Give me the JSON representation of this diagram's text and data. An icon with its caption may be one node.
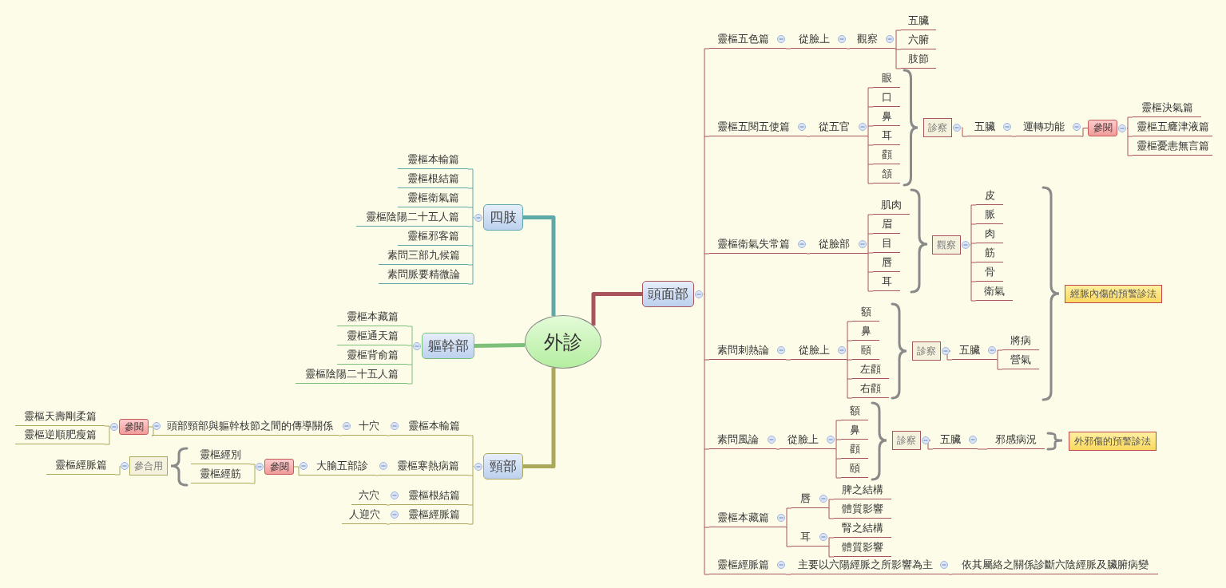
{
  "diagram": {
    "nodes": [
      {
        "text": [
          "外診"
        ]
      },
      {
        "text": [
          "頭面部"
        ]
      },
      {
        "text": [
          "靈樞五色篇"
        ]
      },
      {
        "text": [
          "從臉上"
        ]
      },
      {
        "text": [
          "觀察"
        ]
      },
      {
        "text": [
          "五臟"
        ]
      },
      {
        "text": [
          "六腑"
        ]
      },
      {
        "text": [
          "肢節"
        ]
      },
      {
        "text": [
          "靈樞五閱五使篇"
        ]
      },
      {
        "text": [
          "從五官"
        ]
      },
      {
        "text": [
          "眼"
        ]
      },
      {
        "text": [
          "口"
        ]
      },
      {
        "text": [
          "鼻"
        ]
      },
      {
        "text": [
          "耳"
        ]
      },
      {
        "text": [
          "顴"
        ]
      },
      {
        "text": [
          "頷"
        ]
      },
      {
        "text": [
          "診察"
        ]
      },
      {
        "text": [
          "五臟"
        ]
      },
      {
        "text": [
          "運轉功能"
        ]
      },
      {
        "text": [
          "參閱"
        ]
      },
      {
        "text": [
          "靈樞決氣篇"
        ]
      },
      {
        "text": [
          "靈樞五癃津液篇"
        ]
      },
      {
        "text": [
          "靈樞憂恚無言篇"
        ]
      },
      {
        "text": [
          "靈樞衛氣失常篇"
        ]
      },
      {
        "text": [
          "從臉部"
        ]
      },
      {
        "text": [
          "肌肉"
        ]
      },
      {
        "text": [
          "眉"
        ]
      },
      {
        "text": [
          "目"
        ]
      },
      {
        "text": [
          "唇"
        ]
      },
      {
        "text": [
          "耳"
        ]
      },
      {
        "text": [
          "觀察"
        ]
      },
      {
        "text": [
          "皮"
        ]
      },
      {
        "text": [
          "脈"
        ]
      },
      {
        "text": [
          "肉"
        ]
      },
      {
        "text": [
          "筋"
        ]
      },
      {
        "text": [
          "骨"
        ]
      },
      {
        "text": [
          "衛氣"
        ]
      },
      {
        "text": [
          "經脈內傷的預警診法"
        ]
      },
      {
        "text": [
          "素問刺熱論"
        ]
      },
      {
        "text": [
          "從臉上"
        ]
      },
      {
        "text": [
          "額"
        ]
      },
      {
        "text": [
          "鼻"
        ]
      },
      {
        "text": [
          "頤"
        ]
      },
      {
        "text": [
          "左顴"
        ]
      },
      {
        "text": [
          "右顴"
        ]
      },
      {
        "text": [
          "診察"
        ]
      },
      {
        "text": [
          "五臟"
        ]
      },
      {
        "text": [
          "將病"
        ]
      },
      {
        "text": [
          "營氣"
        ]
      },
      {
        "text": [
          "素問風論"
        ]
      },
      {
        "text": [
          "從臉上"
        ]
      },
      {
        "text": [
          "額"
        ]
      },
      {
        "text": [
          "鼻"
        ]
      },
      {
        "text": [
          "顴"
        ]
      },
      {
        "text": [
          "頤"
        ]
      },
      {
        "text": [
          "診察"
        ]
      },
      {
        "text": [
          "五臟"
        ]
      },
      {
        "text": [
          "邪感病況"
        ]
      },
      {
        "text": [
          "外邪傷的預警診法"
        ]
      },
      {
        "text": [
          "靈樞本藏篇"
        ]
      },
      {
        "text": [
          "唇"
        ]
      },
      {
        "text": [
          "脾之結構"
        ]
      },
      {
        "text": [
          "體質影響"
        ]
      },
      {
        "text": [
          "耳"
        ]
      },
      {
        "text": [
          "腎之結構"
        ]
      },
      {
        "text": [
          "體質影響"
        ]
      },
      {
        "text": [
          "靈樞經脈篇"
        ]
      },
      {
        "text": [
          "主要以六陽經脈之所影響為主"
        ]
      },
      {
        "text": [
          "依其屬絡之關係診斷六陰經脈及臟腑病變"
        ]
      },
      {
        "text": [
          "四肢"
        ]
      },
      {
        "text": [
          "靈樞本輸篇"
        ]
      },
      {
        "text": [
          "靈樞根結篇"
        ]
      },
      {
        "text": [
          "靈樞衛氣篇"
        ]
      },
      {
        "text": [
          "靈樞陰陽二十五人篇"
        ]
      },
      {
        "text": [
          "靈樞邪客篇"
        ]
      },
      {
        "text": [
          "素問三部九候篇"
        ]
      },
      {
        "text": [
          "素問脈要精微論"
        ]
      },
      {
        "text": [
          "軀幹部"
        ]
      },
      {
        "text": [
          "靈樞本藏篇"
        ]
      },
      {
        "text": [
          "靈樞通天篇"
        ]
      },
      {
        "text": [
          "靈樞背俞篇"
        ]
      },
      {
        "text": [
          "靈樞陰陽二十五人篇"
        ]
      },
      {
        "text": [
          "頸部"
        ]
      },
      {
        "text": [
          "靈樞本輸篇"
        ]
      },
      {
        "text": [
          "十穴"
        ]
      },
      {
        "text": [
          "頭部頸部與軀幹枝節之間的傳導關係"
        ]
      },
      {
        "text": [
          "參閱"
        ]
      },
      {
        "text": [
          "靈樞天壽剛柔篇"
        ]
      },
      {
        "text": [
          "靈樞逆順肥瘦篇"
        ]
      },
      {
        "text": [
          "靈樞寒熱病篇"
        ]
      },
      {
        "text": [
          "大腧五部診"
        ]
      },
      {
        "text": [
          "參閱"
        ]
      },
      {
        "text": [
          "靈樞經別"
        ]
      },
      {
        "text": [
          "靈樞經筋"
        ]
      },
      {
        "text": [
          "參合用"
        ]
      },
      {
        "text": [
          "靈樞經脈篇"
        ]
      },
      {
        "text": [
          "靈樞根結篇"
        ]
      },
      {
        "text": [
          "六穴"
        ]
      },
      {
        "text": [
          "靈樞經脈篇"
        ]
      },
      {
        "text": [
          "人迎穴"
        ]
      }
    ],
    "edges": [
      {
        "from": 0,
        "to": 1,
        "arrow": "none",
        "style": "thick"
      },
      {
        "from": 0,
        "to": 69,
        "arrow": "none",
        "style": "thick",
        "color": "#5fa8a8"
      },
      {
        "from": 0,
        "to": 77,
        "arrow": "none",
        "style": "thick",
        "color": "#7cc07c"
      },
      {
        "from": 0,
        "to": 82,
        "arrow": "none",
        "style": "thick",
        "color": "#aaa85a"
      },
      {
        "from": 1,
        "to": 2,
        "arrow": "none"
      },
      {
        "from": 1,
        "to": 8,
        "arrow": "none"
      },
      {
        "from": 1,
        "to": 23,
        "arrow": "none"
      },
      {
        "from": 1,
        "to": 38,
        "arrow": "none"
      },
      {
        "from": 1,
        "to": 49,
        "arrow": "none"
      },
      {
        "from": 1,
        "to": 59,
        "arrow": "none"
      },
      {
        "from": 1,
        "to": 66,
        "arrow": "none"
      },
      {
        "from": 2,
        "to": 3,
        "arrow": "none"
      },
      {
        "from": 3,
        "to": 4,
        "arrow": "none"
      },
      {
        "from": 4,
        "to": 5,
        "arrow": "none"
      },
      {
        "from": 4,
        "to": 6,
        "arrow": "none"
      },
      {
        "from": 4,
        "to": 7,
        "arrow": "none"
      },
      {
        "from": 8,
        "to": 9,
        "arrow": "none"
      },
      {
        "from": 9,
        "to": 10,
        "arrow": "none"
      },
      {
        "from": 9,
        "to": 11,
        "arrow": "none"
      },
      {
        "from": 9,
        "to": 12,
        "arrow": "none"
      },
      {
        "from": 9,
        "to": 13,
        "arrow": "none"
      },
      {
        "from": 9,
        "to": 14,
        "arrow": "none"
      },
      {
        "from": 9,
        "to": 15,
        "arrow": "none"
      },
      {
        "from": 16,
        "to": 17,
        "arrow": "none"
      },
      {
        "from": 17,
        "to": 18,
        "arrow": "none"
      },
      {
        "from": 18,
        "to": 19,
        "arrow": "none"
      },
      {
        "from": 19,
        "to": 20,
        "arrow": "none"
      },
      {
        "from": 19,
        "to": 21,
        "arrow": "none"
      },
      {
        "from": 19,
        "to": 22,
        "arrow": "none"
      },
      {
        "from": 23,
        "to": 24,
        "arrow": "none"
      },
      {
        "from": 24,
        "to": 25,
        "arrow": "none"
      },
      {
        "from": 24,
        "to": 26,
        "arrow": "none"
      },
      {
        "from": 24,
        "to": 27,
        "arrow": "none"
      },
      {
        "from": 24,
        "to": 28,
        "arrow": "none"
      },
      {
        "from": 24,
        "to": 29,
        "arrow": "none"
      },
      {
        "from": 30,
        "to": 31,
        "arrow": "none"
      },
      {
        "from": 30,
        "to": 32,
        "arrow": "none"
      },
      {
        "from": 30,
        "to": 33,
        "arrow": "none"
      },
      {
        "from": 30,
        "to": 34,
        "arrow": "none"
      },
      {
        "from": 30,
        "to": 35,
        "arrow": "none"
      },
      {
        "from": 30,
        "to": 36,
        "arrow": "none"
      },
      {
        "from": 38,
        "to": 39,
        "arrow": "none"
      },
      {
        "from": 39,
        "to": 40,
        "arrow": "none"
      },
      {
        "from": 39,
        "to": 41,
        "arrow": "none"
      },
      {
        "from": 39,
        "to": 42,
        "arrow": "none"
      },
      {
        "from": 39,
        "to": 43,
        "arrow": "none"
      },
      {
        "from": 39,
        "to": 44,
        "arrow": "none"
      },
      {
        "from": 45,
        "to": 46,
        "arrow": "none"
      },
      {
        "from": 46,
        "to": 47,
        "arrow": "none"
      },
      {
        "from": 46,
        "to": 48,
        "arrow": "none"
      },
      {
        "from": 49,
        "to": 50,
        "arrow": "none"
      },
      {
        "from": 50,
        "to": 51,
        "arrow": "none"
      },
      {
        "from": 50,
        "to": 52,
        "arrow": "none"
      },
      {
        "from": 50,
        "to": 53,
        "arrow": "none"
      },
      {
        "from": 50,
        "to": 54,
        "arrow": "none"
      },
      {
        "from": 55,
        "to": 56,
        "arrow": "none"
      },
      {
        "from": 56,
        "to": 57,
        "arrow": "none"
      },
      {
        "from": 59,
        "to": 60,
        "arrow": "none"
      },
      {
        "from": 60,
        "to": 61,
        "arrow": "none"
      },
      {
        "from": 60,
        "to": 62,
        "arrow": "none"
      },
      {
        "from": 59,
        "to": 63,
        "arrow": "none"
      },
      {
        "from": 63,
        "to": 64,
        "arrow": "none"
      },
      {
        "from": 63,
        "to": 65,
        "arrow": "none"
      },
      {
        "from": 66,
        "to": 67,
        "arrow": "none"
      },
      {
        "from": 67,
        "to": 68,
        "arrow": "none"
      },
      {
        "from": 69,
        "to": 70,
        "arrow": "none",
        "color": "#5fa8a8"
      },
      {
        "from": 69,
        "to": 71,
        "arrow": "none",
        "color": "#5fa8a8"
      },
      {
        "from": 69,
        "to": 72,
        "arrow": "none",
        "color": "#5fa8a8"
      },
      {
        "from": 69,
        "to": 73,
        "arrow": "none",
        "color": "#5fa8a8"
      },
      {
        "from": 69,
        "to": 74,
        "arrow": "none",
        "color": "#5fa8a8"
      },
      {
        "from": 69,
        "to": 75,
        "arrow": "none",
        "color": "#5fa8a8"
      },
      {
        "from": 69,
        "to": 76,
        "arrow": "none",
        "color": "#5fa8a8"
      },
      {
        "from": 77,
        "to": 78,
        "arrow": "none",
        "color": "#7cc07c"
      },
      {
        "from": 77,
        "to": 79,
        "arrow": "none",
        "color": "#7cc07c"
      },
      {
        "from": 77,
        "to": 80,
        "arrow": "none",
        "color": "#7cc07c"
      },
      {
        "from": 77,
        "to": 81,
        "arrow": "none",
        "color": "#7cc07c"
      },
      {
        "from": 82,
        "to": 83,
        "arrow": "none",
        "color": "#aaa85a"
      },
      {
        "from": 83,
        "to": 84,
        "arrow": "none",
        "color": "#aaa85a"
      },
      {
        "from": 84,
        "to": 85,
        "arrow": "none",
        "color": "#aaa85a"
      },
      {
        "from": 85,
        "to": 86,
        "arrow": "none",
        "color": "#aaa85a"
      },
      {
        "from": 86,
        "to": 87,
        "arrow": "none",
        "color": "#aaa85a"
      },
      {
        "from": 86,
        "to": 88,
        "arrow": "none",
        "color": "#aaa85a"
      },
      {
        "from": 82,
        "to": 89,
        "arrow": "none",
        "color": "#aaa85a"
      },
      {
        "from": 89,
        "to": 90,
        "arrow": "none",
        "color": "#aaa85a"
      },
      {
        "from": 90,
        "to": 91,
        "arrow": "none",
        "color": "#aaa85a"
      },
      {
        "from": 91,
        "to": 92,
        "arrow": "none",
        "color": "#aaa85a"
      },
      {
        "from": 91,
        "to": 93,
        "arrow": "none",
        "color": "#aaa85a"
      },
      {
        "from": 94,
        "to": 95,
        "arrow": "none",
        "color": "#aaa85a"
      },
      {
        "from": 82,
        "to": 96,
        "arrow": "none",
        "color": "#aaa85a"
      },
      {
        "from": 96,
        "to": 97,
        "arrow": "none",
        "color": "#aaa85a"
      },
      {
        "from": 82,
        "to": 98,
        "arrow": "none",
        "color": "#aaa85a"
      },
      {
        "from": 98,
        "to": 99,
        "arrow": "none",
        "color": "#aaa85a"
      }
    ]
  }
}
